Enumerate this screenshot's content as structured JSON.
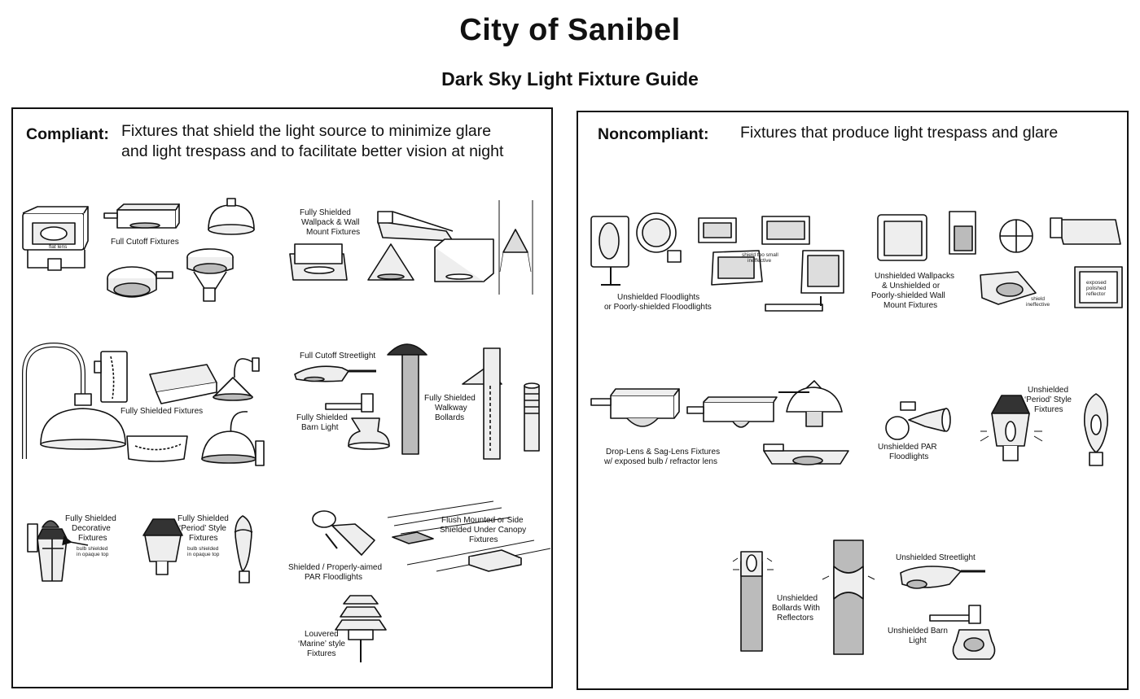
{
  "header": {
    "title": "City of Sanibel",
    "subtitle": "Dark Sky Light Fixture Guide"
  },
  "compliant": {
    "heading": "Compliant:",
    "description_line1": "Fixtures that shield the light source to minimize glare",
    "description_line2": "and light trespass and to facilitate better vision at night",
    "labels": {
      "full_cutoff": "Full Cutoff Fixtures",
      "flat_lens": "flat lens",
      "wallpack_1": "Fully Shielded",
      "wallpack_2": "Wallpack & Wall",
      "wallpack_3": "Mount Fixtures",
      "fully_shielded": "Fully Shielded Fixtures",
      "streetlight": "Full Cutoff Streetlight",
      "barn_1": "Fully Shielded",
      "barn_2": "Barn Light",
      "bollard_1": "Fully Shielded",
      "bollard_2": "Walkway",
      "bollard_3": "Bollards",
      "decorative_1": "Fully Shielded",
      "decorative_2": "Decorative",
      "decorative_3": "Fixtures",
      "bulb_note_a1": "bulb shielded",
      "bulb_note_a2": "in opaque top",
      "period_1": "Fully Shielded",
      "period_2": "‘Period’ Style",
      "period_3": "Fixtures",
      "bulb_note_b1": "bulb shielded",
      "bulb_note_b2": "in opaque top",
      "par_1": "Shielded / Properly-aimed",
      "par_2": "PAR Floodlights",
      "canopy_1": "Flush Mounted or Side",
      "canopy_2": "Shielded Under Canopy",
      "canopy_3": "Fixtures",
      "louvered_1": "Louvered",
      "louvered_2": "‘Marine’ style",
      "louvered_3": "Fixtures"
    }
  },
  "noncompliant": {
    "heading": "Noncompliant:",
    "description": "Fixtures that produce light trespass and glare",
    "labels": {
      "flood_1": "Unshielded Floodlights",
      "flood_2": "or Poorly-shielded Floodlights",
      "shield_note_1": "shield too small",
      "shield_note_2": "ineffective",
      "wallpack_1": "Unshielded Wallpacks",
      "wallpack_2": "& Unshielded or",
      "wallpack_3": "Poorly-shielded Wall",
      "wallpack_4": "Mount Fixtures",
      "shield_ineff_1": "shield",
      "shield_ineff_2": "ineffective",
      "reflector_1": "exposed",
      "reflector_2": "polished",
      "reflector_3": "reflector",
      "droplens_1": "Drop-Lens & Sag-Lens Fixtures",
      "droplens_2": "w/ exposed bulb / refractor lens",
      "par_1": "Unshielded PAR",
      "par_2": "Floodlights",
      "period_1": "Unshielded",
      "period_2": "‘Period’ Style",
      "period_3": "Fixtures",
      "bollard_1": "Unshielded",
      "bollard_2": "Bollards With",
      "bollard_3": "Reflectors",
      "streetlight": "Unshielded Streetlight",
      "barn_1": "Unshielded Barn",
      "barn_2": "Light"
    }
  },
  "colors": {
    "ink": "#111111",
    "gray_fill": "#bdbdbd",
    "light_fill": "#eeeeee"
  }
}
